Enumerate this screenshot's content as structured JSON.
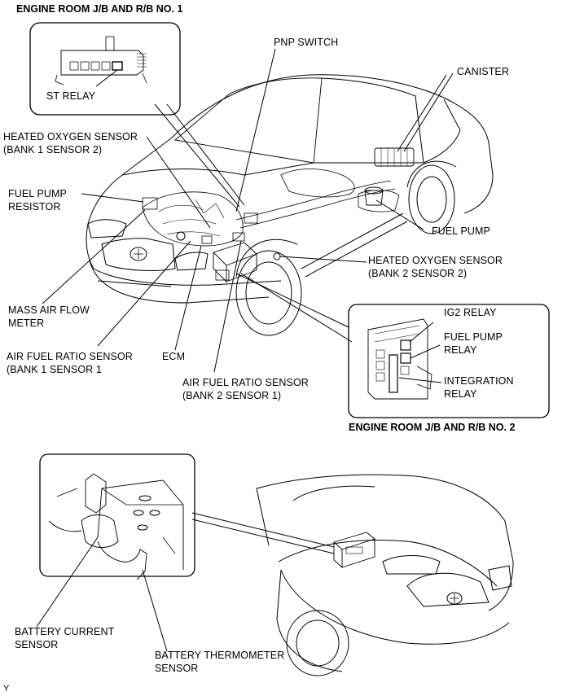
{
  "headers": {
    "jb_no1": "ENGINE ROOM J/B AND R/B NO. 1",
    "jb_no2": "ENGINE ROOM J/B AND R/B NO. 2"
  },
  "labels": {
    "st_relay": "ST RELAY",
    "pnp_switch": "PNP SWITCH",
    "canister": "CANISTER",
    "ho2s_bank1": "HEATED OXYGEN SENSOR\n(BANK 1 SENSOR 2)",
    "fuel_pump_resistor": "FUEL PUMP\nRESISTOR",
    "fuel_pump": "FUEL PUMP",
    "ho2s_bank2": "HEATED OXYGEN SENSOR\n(BANK 2 SENSOR 2)",
    "maf_meter": "MASS AIR FLOW\nMETER",
    "af_bank1": "AIR FUEL RATIO SENSOR\n(BANK 1 SENSOR 1",
    "ecm": "ECM",
    "af_bank2": "AIR FUEL RATIO SENSOR\n(BANK 2 SENSOR 1)",
    "ig2_relay": "IG2 RELAY",
    "fuel_pump_relay": "FUEL PUMP\nRELAY",
    "integration_relay": "INTEGRATION\nRELAY",
    "battery_current_sensor": "BATTERY CURRENT\nSENSOR",
    "battery_thermometer_sensor": "BATTERY THERMOMETER\nSENSOR"
  },
  "footer": {
    "code": "Y"
  }
}
